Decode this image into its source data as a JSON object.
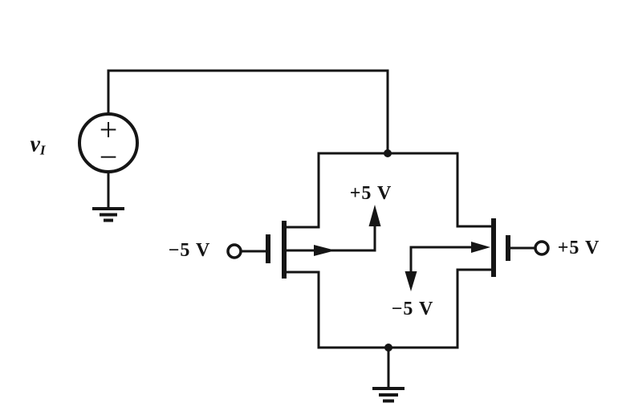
{
  "figure": {
    "background": "#ffffff",
    "ink": "#151515"
  },
  "voltage_source": {
    "name": "v",
    "name_subscript": "I",
    "plus_sign": "+",
    "minus_sign": "−"
  },
  "left_transistor": {
    "gate_label": "−5 V",
    "body_supply_label": "+5 V"
  },
  "right_transistor": {
    "gate_label": "+5 V",
    "body_supply_label": "−5 V"
  }
}
